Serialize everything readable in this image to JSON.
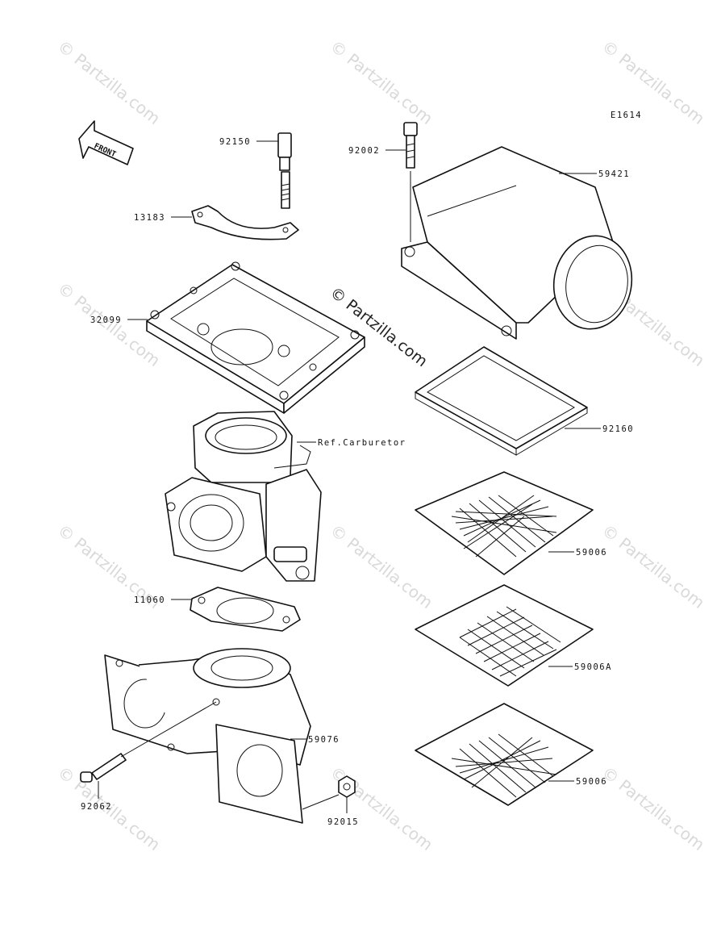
{
  "diagram_code": "E1614",
  "front_label": "FRONT",
  "watermark": "© Partzilla.com",
  "callouts": {
    "p92150": "92150",
    "p92002": "92002",
    "p59421": "59421",
    "p13183": "13183",
    "p32099": "32099",
    "ref_carb": "Ref.Carburetor",
    "p92160": "92160",
    "p59006_top": "59006",
    "p11060": "11060",
    "p59006A": "59006A",
    "p59076": "59076",
    "p59006_bottom": "59006",
    "p92062": "92062",
    "p92015": "92015"
  }
}
